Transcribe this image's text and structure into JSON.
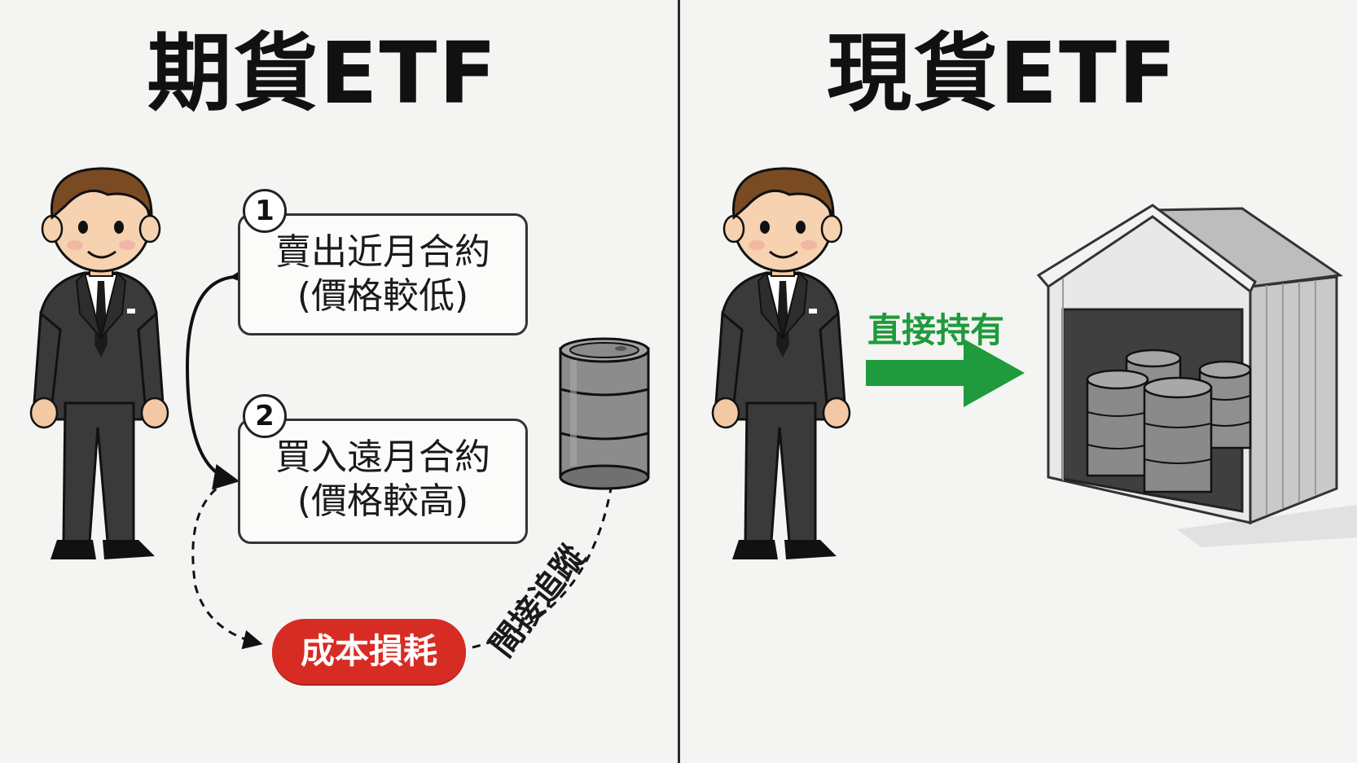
{
  "left_panel": {
    "title": "期貨ETF",
    "step1": {
      "number": "1",
      "line1": "賣出近月合約",
      "line2": "(價格較低)"
    },
    "step2": {
      "number": "2",
      "line1": "買入遠月合約",
      "line2": "(價格較高)"
    },
    "cost_label": "成本損耗",
    "indirect_label": "間接追蹤"
  },
  "right_panel": {
    "title": "現貨ETF",
    "direct_label": "直接持有"
  },
  "colors": {
    "background": "#f4f4f2",
    "cost_red": "#d72c24",
    "arrow_green": "#1f9a3c",
    "suit": "#3a3a3a",
    "barrel": "#8c8c8c"
  }
}
